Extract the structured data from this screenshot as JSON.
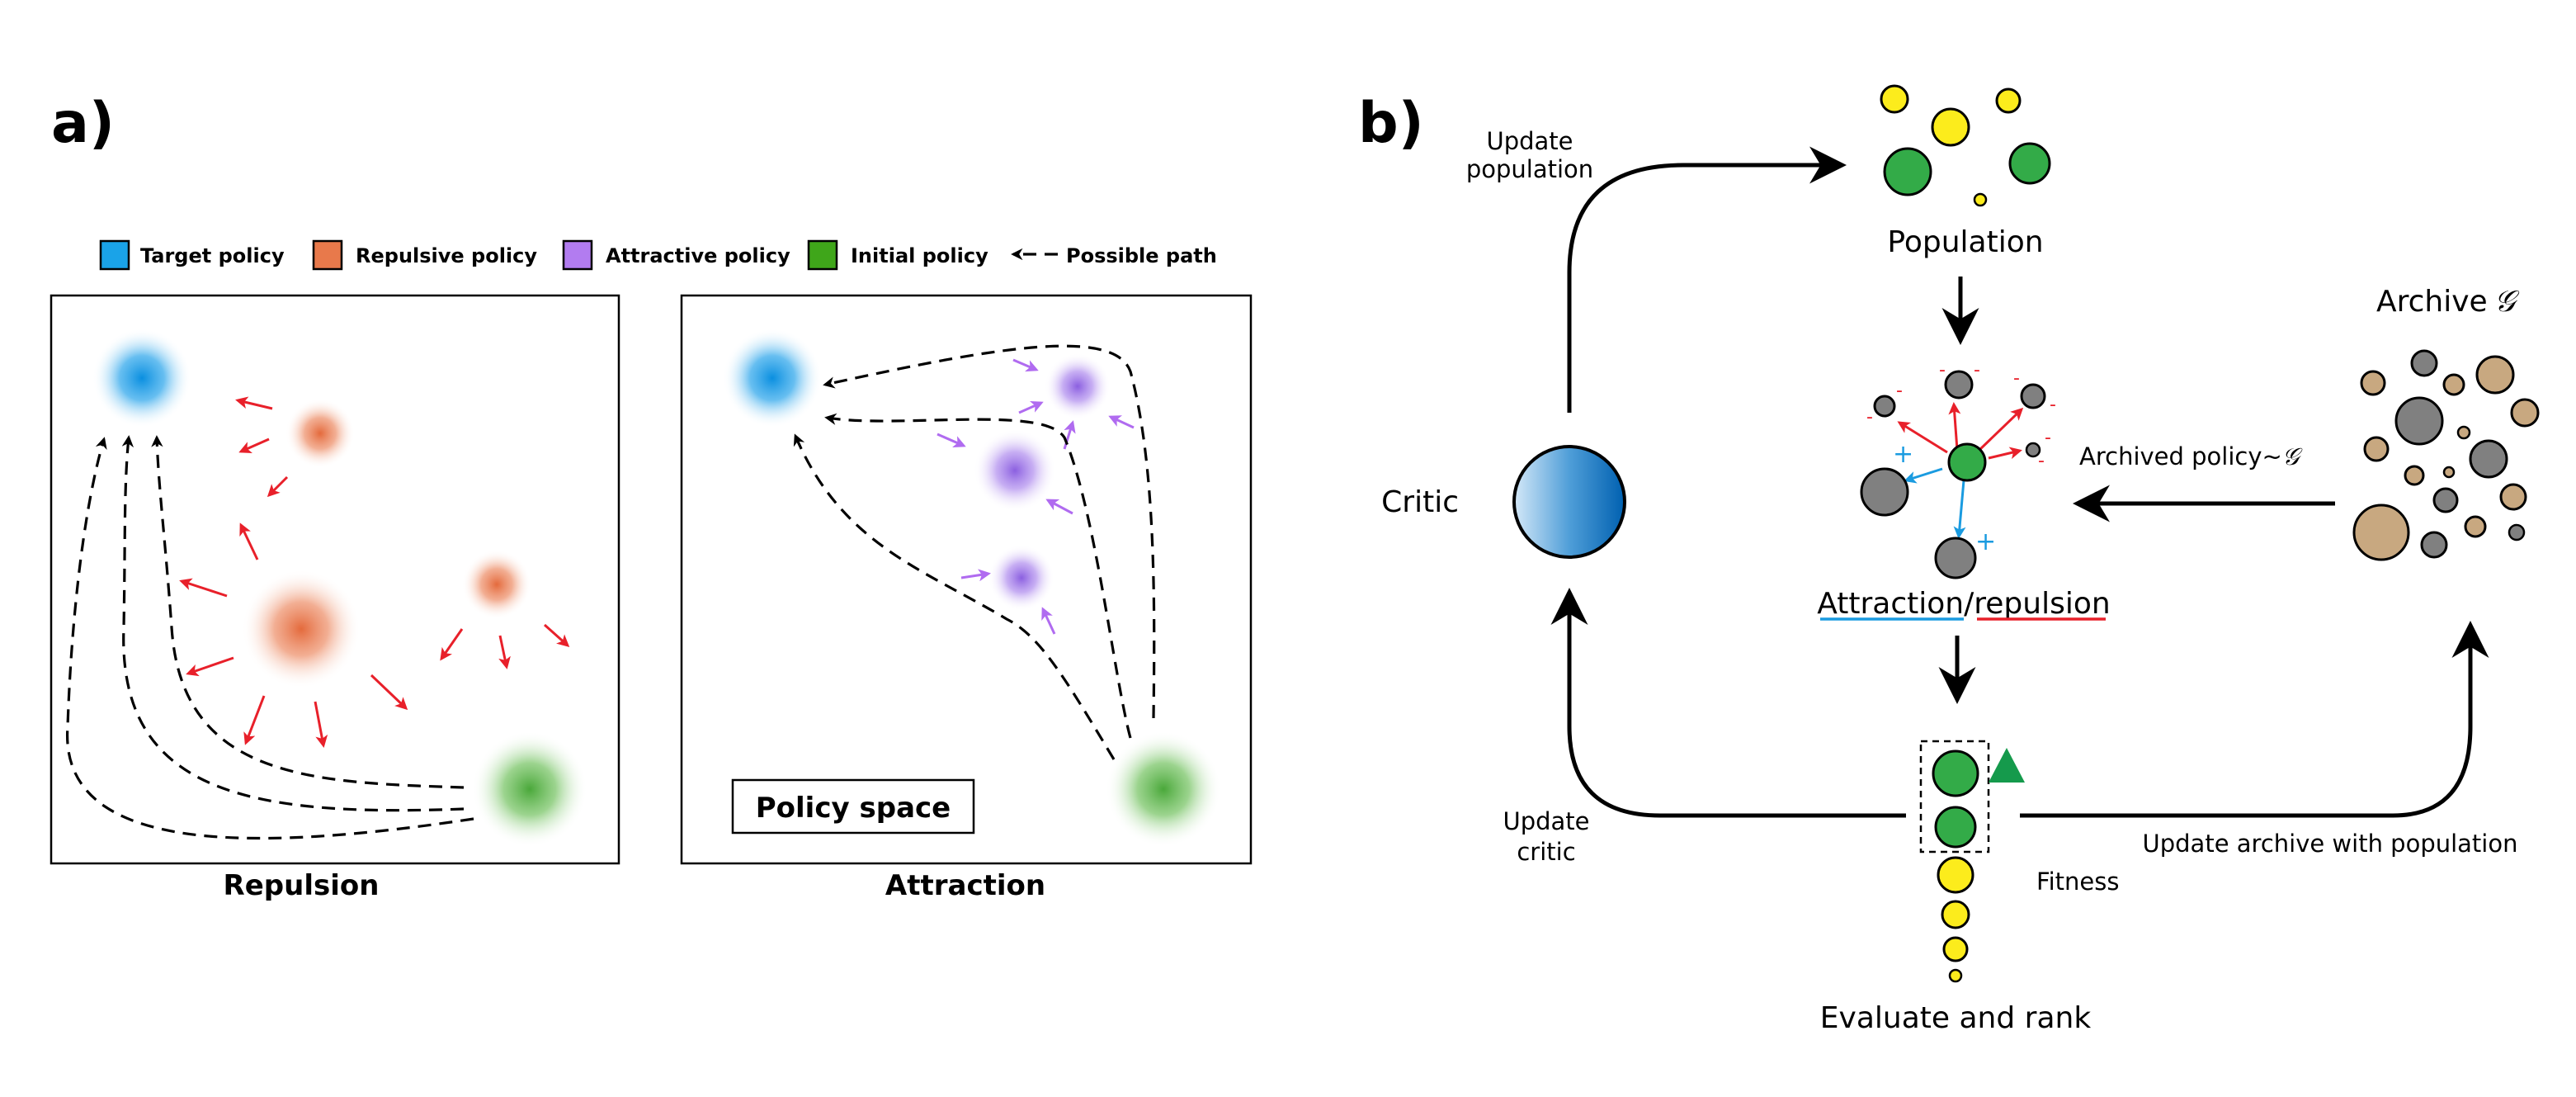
{
  "panel_a": {
    "label": "a)",
    "legend": [
      {
        "label": "Target policy",
        "color": "#1aa3e8",
        "icon": "square-swatch"
      },
      {
        "label": "Repulsive policy",
        "color": "#e8794b",
        "icon": "square-swatch"
      },
      {
        "label": "Attractive policy",
        "color": "#b27cf0",
        "icon": "square-swatch"
      },
      {
        "label": "Initial policy",
        "color": "#3fa61a",
        "icon": "square-swatch"
      },
      {
        "label": "Possible path",
        "icon": "dashed-arrow"
      }
    ],
    "left_caption": "Repulsion",
    "right_caption": "Attraction",
    "space_label": "Policy space",
    "colors": {
      "target": "#1aa3e8",
      "repulsive": "#e8794b",
      "attractive": "#9a6ae6",
      "initial": "#5ab84a",
      "red_arrow": "#e8202a",
      "purple_arrow": "#b06bf0"
    }
  },
  "panel_b": {
    "label": "b)",
    "population_label": "Population",
    "update_population_label": [
      "Update",
      "population"
    ],
    "critic_label": "Critic",
    "update_critic_label": [
      "Update",
      "critic"
    ],
    "archive_label": "Archive",
    "archive_symbol": "𝒢",
    "archived_policy_label": "Archived policy~",
    "archived_policy_symbol": "𝒢",
    "attraction_label": "Attraction",
    "slash": "/",
    "repulsion_label": "repulsion",
    "evaluate_label": "Evaluate and rank",
    "fitness_label": "Fitness",
    "update_archive_label": "Update archive with population",
    "plus_sign": "+",
    "minus_sign": "-",
    "colors": {
      "green": "#33ab48",
      "yellow": "#fcec1c",
      "gray": "#808080",
      "tan": "#c8a880",
      "blue": "#0f76c2",
      "attraction_underline": "#1a9be0",
      "repulsion_underline": "#e8202a"
    }
  }
}
